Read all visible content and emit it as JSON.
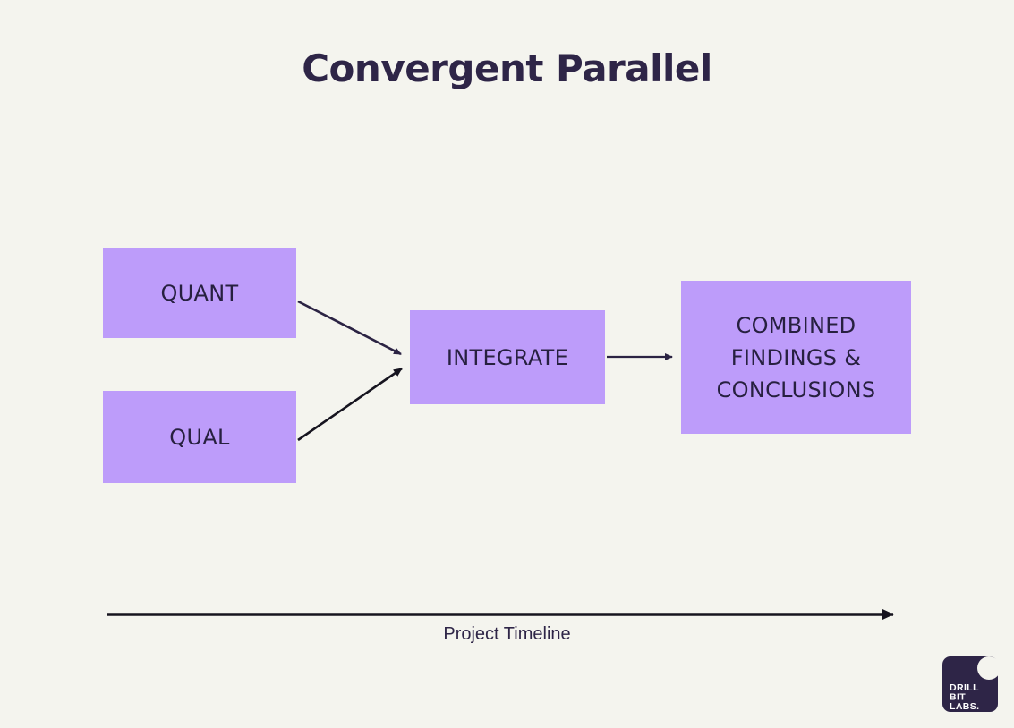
{
  "title": "Convergent Parallel",
  "diagram": {
    "nodes": {
      "quant": {
        "label": "QUANT"
      },
      "qual": {
        "label": "QUAL"
      },
      "integrate": {
        "label": "INTEGRATE"
      },
      "combined": {
        "label": "COMBINED FINDINGS & CONCLUSIONS"
      }
    },
    "edges": [
      {
        "from": "quant",
        "to": "integrate"
      },
      {
        "from": "qual",
        "to": "integrate"
      },
      {
        "from": "integrate",
        "to": "combined"
      }
    ],
    "timeline_label": "Project Timeline"
  },
  "logo": {
    "line1": "DRILL",
    "line2": "BIT",
    "line3": "LABS."
  },
  "colors": {
    "background": "#f4f4ee",
    "node_fill": "#bd9cfa",
    "node_text": "#272040",
    "title_text": "#2e2547",
    "arrow_dark_purple": "#2b2343",
    "arrow_black": "#16141f",
    "logo_background": "#2e2547",
    "logo_text": "#ffffff"
  }
}
